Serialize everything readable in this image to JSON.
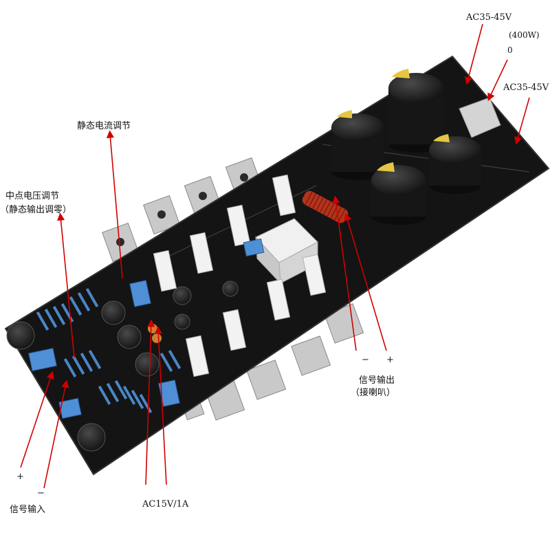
{
  "labels": {
    "ac_top": "AC35-45V",
    "power_rating": "(400W)",
    "zero": "0",
    "ac_bottom": "AC35-45V",
    "quiescent_current": "静态电流调节",
    "midpoint_voltage": "中点电压调节",
    "midpoint_note": "（静态输出调零）",
    "signal_output": "信号输出",
    "signal_output_note": "（接喇叭）",
    "out_minus": "−",
    "out_plus": "+",
    "in_plus": "+",
    "in_minus": "−",
    "signal_input": "信号输入",
    "ac_aux": "AC15V/1A"
  },
  "colors": {
    "pcb": "#141414",
    "arrow": "#d10000",
    "capacitor": "#1b1b1b",
    "capacitor_top": "#e5c642",
    "resistor_blue": "#4a86c8",
    "power_resistor": "#f2f2f2",
    "relay": "#e6e6e6",
    "inductor": "#b5331c",
    "heatsink_tab": "#c9c9c9",
    "small_cap_orange": "#c9822e"
  }
}
